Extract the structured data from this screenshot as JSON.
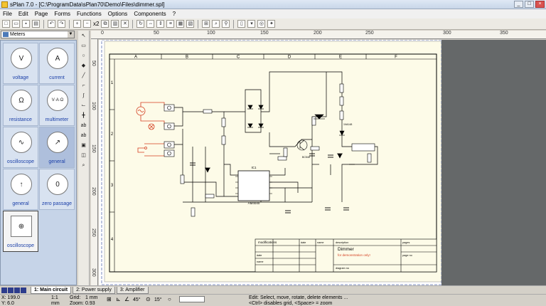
{
  "window": {
    "title": "sPlan 7.0 - [C:\\ProgramData\\sPlan70\\Demo\\Files\\dimmer.spl]"
  },
  "menu": [
    "File",
    "Edit",
    "Page",
    "Forms",
    "Functions",
    "Options",
    "Components",
    "?"
  ],
  "toolbar": {
    "zoom_label": "x2"
  },
  "library": {
    "selected": "Meters",
    "components": [
      {
        "label": "voltage",
        "symbol": "V"
      },
      {
        "label": "current",
        "symbol": "A"
      },
      {
        "label": "resistance",
        "symbol": "Ω"
      },
      {
        "label": "multimeter",
        "symbol": "V·A·Ω"
      },
      {
        "label": "oscilloscope",
        "symbol": "∿"
      },
      {
        "label": "general",
        "symbol": "↗"
      },
      {
        "label": "general",
        "symbol": "↑"
      },
      {
        "label": "zero passage",
        "symbol": "0"
      },
      {
        "label": "oscilloscope",
        "symbol": "⊕"
      }
    ]
  },
  "ruler": {
    "top": [
      "0",
      "50",
      "100",
      "150",
      "200",
      "250",
      "300",
      "350"
    ],
    "left": [
      "50",
      "100",
      "150",
      "200",
      "250",
      "300"
    ]
  },
  "sheet": {
    "columns": [
      "A",
      "B",
      "C",
      "D",
      "E",
      "F"
    ],
    "rows": [
      "1",
      "2",
      "3",
      "4"
    ],
    "title_block": {
      "modifications": "modifications",
      "date": "date",
      "name": "name",
      "description": "description",
      "pages": "pages",
      "title": "Dimmer",
      "demo": "for demonstration only!",
      "page_no": "page no",
      "diagram_no": "diagram no",
      "date2": "date",
      "name2": "name"
    },
    "parts": {
      "ic": "IC1",
      "ic_name": "AM4040",
      "transistor": "BC548",
      "diode": "1N4148"
    }
  },
  "tabs": [
    "1: Main circuit",
    "2: Power supply",
    "3: Amplifier"
  ],
  "status": {
    "x": "X: 199.0",
    "y": "Y: 6.0",
    "scale": "1:1",
    "unit": "mm",
    "grid_label": "Grid:",
    "grid_value": "1 mm",
    "zoom_label": "Zoom:",
    "zoom_value": "0.93",
    "angle1": "45°",
    "angle2": "15°",
    "hint1": "Edit: Select, move, rotate, delete elements ...",
    "hint2": "<Ctrl> disables grid, <Space> = zoom"
  },
  "colors": {
    "accent_red": "#d33c1e",
    "library_bg": "#c6d4e8",
    "grey_area": "#656869"
  }
}
